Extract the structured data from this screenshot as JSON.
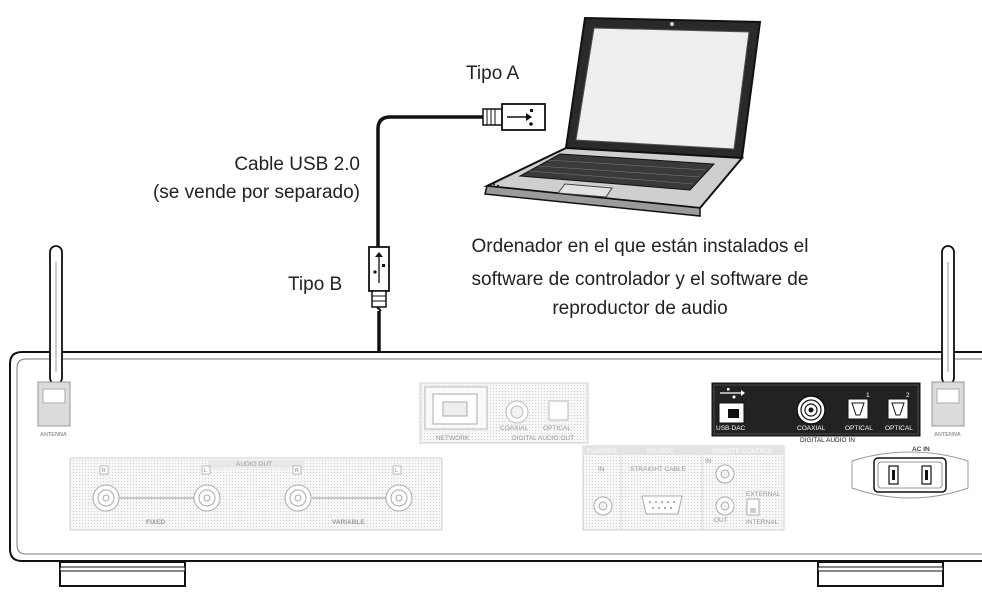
{
  "labels": {
    "tipo_a": "Tipo A",
    "tipo_b": "Tipo B",
    "cable_line1": "Cable USB 2.0",
    "cable_line2": "(se vende por separado)",
    "computer_line1": "Ordenador en el que están instalados el",
    "computer_line2": "software de controlador y el software de",
    "computer_line3": "reproductor de audio"
  },
  "panel": {
    "antenna_label": "ANTENNA",
    "network": "NETWORK",
    "coaxial": "COAXIAL",
    "optical": "OPTICAL",
    "digital_audio_out": "DIGITAL AUDIO OUT",
    "usb_dac": "USB-DAC",
    "digital_audio_in": "DIGITAL AUDIO IN",
    "optical_1_num": "1",
    "optical_2_num": "2",
    "ac_in": "AC IN",
    "audio_out": "AUDIO OUT",
    "fixed": "FIXED",
    "variable": "VARIABLE",
    "flasher": "FLASHER",
    "flasher_in": "IN",
    "rs232c": "RS-232C",
    "straight_cable": "STRAIGHT CABLE",
    "remote_control": "REMOTE CONTROL",
    "remote_in": "IN",
    "remote_out": "OUT",
    "external": "EXTERNAL",
    "internal": "INTERNAL",
    "channel_r": "R",
    "channel_l": "L"
  },
  "colors": {
    "highlight_panel": "#222222",
    "cable": "#111111",
    "grey_text": "#9a9a9a",
    "panel_fill": "#f4f4f4"
  }
}
